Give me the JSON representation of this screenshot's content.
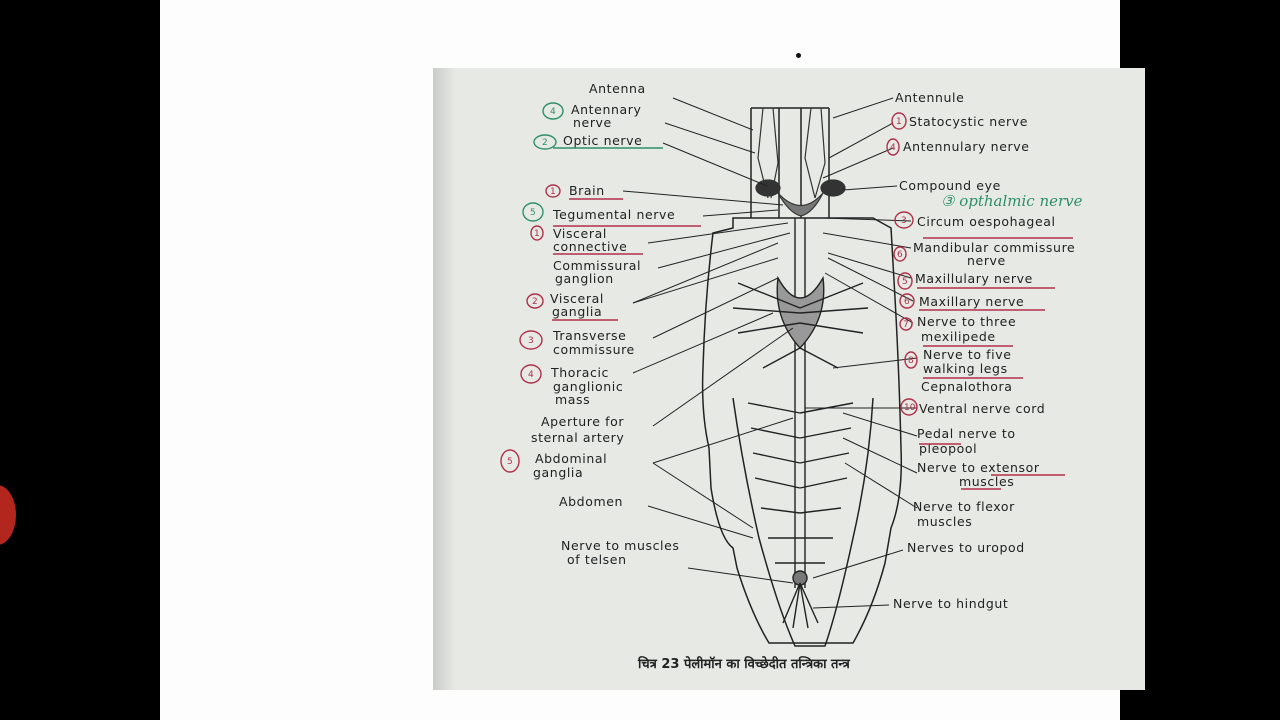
{
  "figure_caption": "चित्र 23 पेलीमॉन का विच्छेदीत तन्त्रिका तन्त्र",
  "handwritten_note": "③ opthalmic nerve",
  "left_labels": [
    {
      "lines": [
        "Antenna"
      ]
    },
    {
      "lines": [
        "Antennary",
        "nerve"
      ],
      "mark": "4",
      "mark_color": "green"
    },
    {
      "lines": [
        "Optic nerve"
      ],
      "mark": "2",
      "mark_color": "green"
    },
    {
      "lines": [
        "Brain"
      ],
      "mark": "1",
      "mark_color": "red"
    },
    {
      "lines": [
        "Tegumental nerve"
      ],
      "mark": "5",
      "mark_color": "green"
    },
    {
      "lines": [
        "Visceral",
        "connective"
      ],
      "mark": "1",
      "mark_color": "red"
    },
    {
      "lines": [
        "Commissural",
        "ganglion"
      ]
    },
    {
      "lines": [
        "Visceral",
        "ganglia"
      ],
      "mark": "2",
      "mark_color": "red"
    },
    {
      "lines": [
        "Transverse",
        "commissure"
      ],
      "mark": "3",
      "mark_color": "red"
    },
    {
      "lines": [
        "Thoracic",
        "ganglionic",
        "mass"
      ],
      "mark": "4",
      "mark_color": "red"
    },
    {
      "lines": [
        "Aperture for",
        "sternal artery"
      ]
    },
    {
      "lines": [
        "Abdominal",
        "ganglia"
      ],
      "mark": "5",
      "mark_color": "red"
    },
    {
      "lines": [
        "Abdomen"
      ]
    },
    {
      "lines": [
        "Nerve to muscles",
        "of telsen"
      ]
    }
  ],
  "right_labels": [
    {
      "lines": [
        "Antennule"
      ]
    },
    {
      "lines": [
        "Statocystic nerve"
      ],
      "mark": "1",
      "mark_color": "red"
    },
    {
      "lines": [
        "Antennulary nerve"
      ],
      "mark": "4",
      "mark_color": "red"
    },
    {
      "lines": [
        "Compound eye"
      ]
    },
    {
      "lines": [
        "Circum oespohageal"
      ],
      "mark": "3",
      "mark_color": "red"
    },
    {
      "lines": [
        "Mandibular commissure",
        "nerve"
      ],
      "mark": "6",
      "mark_color": "red"
    },
    {
      "lines": [
        "Maxillulary nerve"
      ],
      "mark": "5",
      "mark_color": "red"
    },
    {
      "lines": [
        "Maxillary nerve"
      ],
      "mark": "6",
      "mark_color": "red"
    },
    {
      "lines": [
        "Nerve to three",
        "mexilipede"
      ],
      "mark": "7",
      "mark_color": "red"
    },
    {
      "lines": [
        "Nerve to five",
        "walking legs"
      ],
      "mark": "8",
      "mark_color": "red"
    },
    {
      "lines": [
        "Cepnalothora"
      ]
    },
    {
      "lines": [
        "Ventral nerve cord"
      ],
      "mark": "10",
      "mark_color": "red"
    },
    {
      "lines": [
        "Pedal nerve to",
        "pleopool"
      ]
    },
    {
      "lines": [
        "Nerve to extensor",
        "muscles"
      ]
    },
    {
      "lines": [
        "Nerve to flexor",
        "muscles"
      ]
    },
    {
      "lines": [
        "Nerves to uropod"
      ]
    },
    {
      "lines": [
        "Nerve to hindgut"
      ]
    }
  ]
}
